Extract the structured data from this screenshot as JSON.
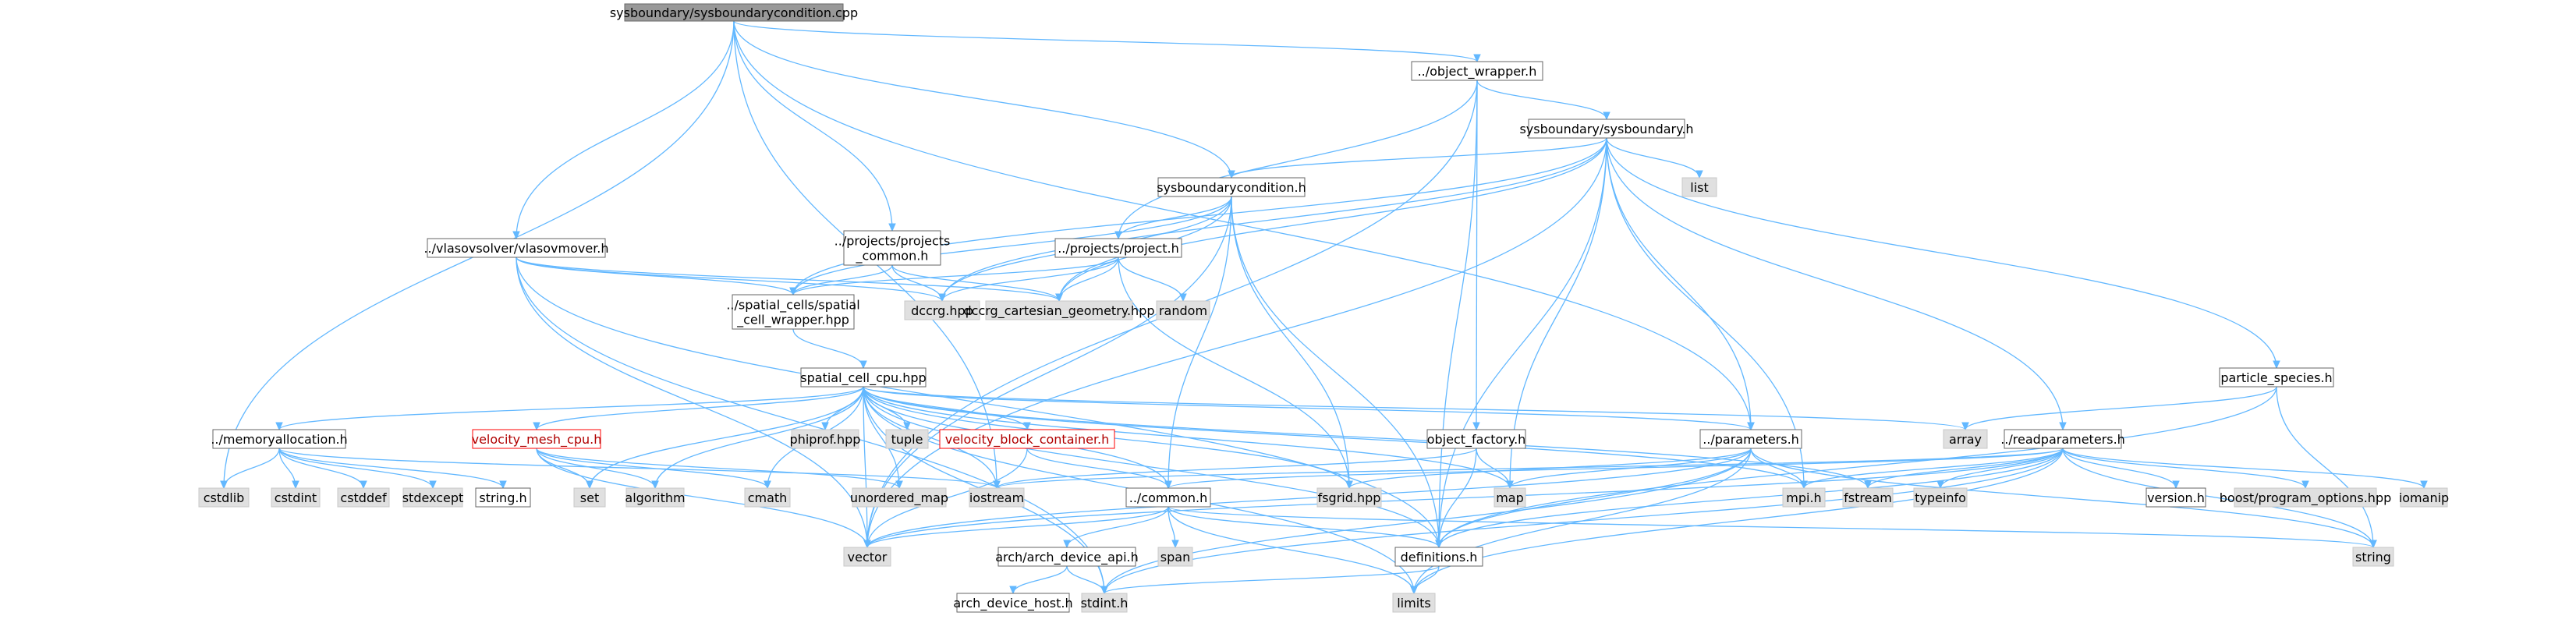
{
  "title": "sysboundary/sysboundarycondition.cpp",
  "colors": {
    "edge": "#63b8ff",
    "node_fill": "#ffffff",
    "system_fill": "#e0e0e0",
    "root_fill": "#999999",
    "node_border": "#666666",
    "truncated_border": "#ff0000"
  },
  "nodes": [
    {
      "id": "root",
      "lines": [
        "sysboundary/sysboundarycondition.cpp"
      ],
      "kind": "root"
    },
    {
      "id": "objwrap",
      "lines": [
        "../object_wrapper.h"
      ],
      "kind": "file"
    },
    {
      "id": "sysbh",
      "lines": [
        "sysboundary/sysboundary.h"
      ],
      "kind": "file"
    },
    {
      "id": "sbcond",
      "lines": [
        "sysboundarycondition.h"
      ],
      "kind": "file"
    },
    {
      "id": "list",
      "lines": [
        "list"
      ],
      "kind": "sys"
    },
    {
      "id": "vlasov",
      "lines": [
        "../vlasovsolver/vlasovmover.h"
      ],
      "kind": "file"
    },
    {
      "id": "projcommon",
      "lines": [
        "../projects/projects",
        "_common.h"
      ],
      "kind": "file"
    },
    {
      "id": "projh",
      "lines": [
        "../projects/project.h"
      ],
      "kind": "file"
    },
    {
      "id": "dccrg",
      "lines": [
        "dccrg.hpp"
      ],
      "kind": "sys"
    },
    {
      "id": "dccrgcart",
      "lines": [
        "dccrg_cartesian_geometry.hpp"
      ],
      "kind": "sys"
    },
    {
      "id": "random",
      "lines": [
        "random"
      ],
      "kind": "sys"
    },
    {
      "id": "scwrap",
      "lines": [
        "../spatial_cells/spatial",
        "_cell_wrapper.hpp"
      ],
      "kind": "file"
    },
    {
      "id": "particle",
      "lines": [
        "particle_species.h"
      ],
      "kind": "file"
    },
    {
      "id": "sccpu",
      "lines": [
        "spatial_cell_cpu.hpp"
      ],
      "kind": "file"
    },
    {
      "id": "memalloc",
      "lines": [
        "../memoryallocation.h"
      ],
      "kind": "file"
    },
    {
      "id": "vmesh",
      "lines": [
        "velocity_mesh_cpu.h"
      ],
      "kind": "trunc"
    },
    {
      "id": "phiprof",
      "lines": [
        "phiprof.hpp"
      ],
      "kind": "sys"
    },
    {
      "id": "tuple",
      "lines": [
        "tuple"
      ],
      "kind": "sys"
    },
    {
      "id": "vbc",
      "lines": [
        "velocity_block_container.h"
      ],
      "kind": "trunc"
    },
    {
      "id": "objfac",
      "lines": [
        "object_factory.h"
      ],
      "kind": "file"
    },
    {
      "id": "params",
      "lines": [
        "../parameters.h"
      ],
      "kind": "file"
    },
    {
      "id": "array",
      "lines": [
        "array"
      ],
      "kind": "sys"
    },
    {
      "id": "readparams",
      "lines": [
        "../readparameters.h"
      ],
      "kind": "file"
    },
    {
      "id": "cstdlib",
      "lines": [
        "cstdlib"
      ],
      "kind": "sys"
    },
    {
      "id": "cstdint",
      "lines": [
        "cstdint"
      ],
      "kind": "sys"
    },
    {
      "id": "cstddef",
      "lines": [
        "cstddef"
      ],
      "kind": "sys"
    },
    {
      "id": "stdexcept",
      "lines": [
        "stdexcept"
      ],
      "kind": "sys"
    },
    {
      "id": "stringh",
      "lines": [
        "string.h"
      ],
      "kind": "file"
    },
    {
      "id": "set",
      "lines": [
        "set"
      ],
      "kind": "sys"
    },
    {
      "id": "algorithm",
      "lines": [
        "algorithm"
      ],
      "kind": "sys"
    },
    {
      "id": "cmath",
      "lines": [
        "cmath"
      ],
      "kind": "sys"
    },
    {
      "id": "umap",
      "lines": [
        "unordered_map"
      ],
      "kind": "sys"
    },
    {
      "id": "iostream",
      "lines": [
        "iostream"
      ],
      "kind": "sys"
    },
    {
      "id": "common",
      "lines": [
        "../common.h"
      ],
      "kind": "file"
    },
    {
      "id": "fsgrid",
      "lines": [
        "fsgrid.hpp"
      ],
      "kind": "sys"
    },
    {
      "id": "map",
      "lines": [
        "map"
      ],
      "kind": "sys"
    },
    {
      "id": "mpih",
      "lines": [
        "mpi.h"
      ],
      "kind": "sys"
    },
    {
      "id": "fstream",
      "lines": [
        "fstream"
      ],
      "kind": "sys"
    },
    {
      "id": "typeinfo",
      "lines": [
        "typeinfo"
      ],
      "kind": "sys"
    },
    {
      "id": "versionh",
      "lines": [
        "version.h"
      ],
      "kind": "file"
    },
    {
      "id": "boostpo",
      "lines": [
        "boost/program_options.hpp"
      ],
      "kind": "sys"
    },
    {
      "id": "iomanip",
      "lines": [
        "iomanip"
      ],
      "kind": "sys"
    },
    {
      "id": "vector",
      "lines": [
        "vector"
      ],
      "kind": "sys"
    },
    {
      "id": "span",
      "lines": [
        "span"
      ],
      "kind": "sys"
    },
    {
      "id": "archapi",
      "lines": [
        "arch/arch_device_api.h"
      ],
      "kind": "file"
    },
    {
      "id": "defs",
      "lines": [
        "definitions.h"
      ],
      "kind": "file"
    },
    {
      "id": "string",
      "lines": [
        "string"
      ],
      "kind": "sys"
    },
    {
      "id": "archhost",
      "lines": [
        "arch_device_host.h"
      ],
      "kind": "file"
    },
    {
      "id": "stdinth",
      "lines": [
        "stdint.h"
      ],
      "kind": "sys"
    },
    {
      "id": "limits",
      "lines": [
        "limits"
      ],
      "kind": "sys"
    }
  ],
  "edges": [
    [
      "root",
      "objwrap"
    ],
    [
      "root",
      "sbcond"
    ],
    [
      "root",
      "vlasov"
    ],
    [
      "root",
      "projcommon"
    ],
    [
      "root",
      "cstdlib"
    ],
    [
      "root",
      "params"
    ],
    [
      "root",
      "iostream"
    ],
    [
      "objwrap",
      "sysbh"
    ],
    [
      "objwrap",
      "objfac"
    ],
    [
      "objwrap",
      "vector"
    ],
    [
      "objwrap",
      "projh"
    ],
    [
      "objwrap",
      "defs"
    ],
    [
      "sysbh",
      "list"
    ],
    [
      "sysbh",
      "sbcond"
    ],
    [
      "sysbh",
      "particle"
    ],
    [
      "sysbh",
      "readparams"
    ],
    [
      "sysbh",
      "params"
    ],
    [
      "sysbh",
      "dccrg"
    ],
    [
      "sysbh",
      "dccrgcart"
    ],
    [
      "sysbh",
      "scwrap"
    ],
    [
      "sysbh",
      "map"
    ],
    [
      "sysbh",
      "vector"
    ],
    [
      "sysbh",
      "mpih"
    ],
    [
      "sysbh",
      "defs"
    ],
    [
      "sbcond",
      "projh"
    ],
    [
      "sbcond",
      "dccrg"
    ],
    [
      "sbcond",
      "dccrgcart"
    ],
    [
      "sbcond",
      "scwrap"
    ],
    [
      "sbcond",
      "fsgrid"
    ],
    [
      "sbcond",
      "common"
    ],
    [
      "sbcond",
      "defs"
    ],
    [
      "sbcond",
      "vector"
    ],
    [
      "vlasov",
      "scwrap"
    ],
    [
      "vlasov",
      "dccrg"
    ],
    [
      "vlasov",
      "dccrgcart"
    ],
    [
      "vlasov",
      "vector"
    ],
    [
      "vlasov",
      "defs"
    ],
    [
      "vlasov",
      "stdinth"
    ],
    [
      "projcommon",
      "scwrap"
    ],
    [
      "projcommon",
      "dccrg"
    ],
    [
      "projcommon",
      "dccrgcart"
    ],
    [
      "projh",
      "dccrg"
    ],
    [
      "projh",
      "dccrgcart"
    ],
    [
      "projh",
      "random"
    ],
    [
      "projh",
      "scwrap"
    ],
    [
      "projh",
      "fsgrid"
    ],
    [
      "scwrap",
      "sccpu"
    ],
    [
      "sccpu",
      "memalloc"
    ],
    [
      "sccpu",
      "vmesh"
    ],
    [
      "sccpu",
      "phiprof"
    ],
    [
      "sccpu",
      "tuple"
    ],
    [
      "sccpu",
      "vbc"
    ],
    [
      "sccpu",
      "params"
    ],
    [
      "sccpu",
      "array"
    ],
    [
      "sccpu",
      "set"
    ],
    [
      "sccpu",
      "algorithm"
    ],
    [
      "sccpu",
      "cmath"
    ],
    [
      "sccpu",
      "umap"
    ],
    [
      "sccpu",
      "iostream"
    ],
    [
      "sccpu",
      "common"
    ],
    [
      "sccpu",
      "fsgrid"
    ],
    [
      "sccpu",
      "map"
    ],
    [
      "sccpu",
      "mpih"
    ],
    [
      "sccpu",
      "fstream"
    ],
    [
      "sccpu",
      "vector"
    ],
    [
      "sccpu",
      "defs"
    ],
    [
      "sccpu",
      "limits"
    ],
    [
      "sccpu",
      "stdinth"
    ],
    [
      "memalloc",
      "cstdlib"
    ],
    [
      "memalloc",
      "cstdint"
    ],
    [
      "memalloc",
      "cstddef"
    ],
    [
      "memalloc",
      "stdexcept"
    ],
    [
      "memalloc",
      "stringh"
    ],
    [
      "memalloc",
      "iostream"
    ],
    [
      "vmesh",
      "set"
    ],
    [
      "vmesh",
      "algorithm"
    ],
    [
      "vmesh",
      "cmath"
    ],
    [
      "vmesh",
      "umap"
    ],
    [
      "vmesh",
      "vector"
    ],
    [
      "vbc",
      "common"
    ],
    [
      "vbc",
      "vector"
    ],
    [
      "particle",
      "array"
    ],
    [
      "particle",
      "string"
    ],
    [
      "particle",
      "defs"
    ],
    [
      "objfac",
      "map"
    ],
    [
      "objfac",
      "iostream"
    ],
    [
      "objfac",
      "defs"
    ],
    [
      "params",
      "vector"
    ],
    [
      "params",
      "string"
    ],
    [
      "params",
      "map"
    ],
    [
      "params",
      "mpih"
    ],
    [
      "params",
      "fsgrid"
    ],
    [
      "params",
      "defs"
    ],
    [
      "params",
      "limits"
    ],
    [
      "params",
      "stdinth"
    ],
    [
      "readparams",
      "mpih"
    ],
    [
      "readparams",
      "fstream"
    ],
    [
      "readparams",
      "typeinfo"
    ],
    [
      "readparams",
      "versionh"
    ],
    [
      "readparams",
      "boostpo"
    ],
    [
      "readparams",
      "iomanip"
    ],
    [
      "readparams",
      "string"
    ],
    [
      "readparams",
      "vector"
    ],
    [
      "readparams",
      "iostream"
    ],
    [
      "readparams",
      "limits"
    ],
    [
      "readparams",
      "defs"
    ],
    [
      "readparams",
      "stdinth"
    ],
    [
      "readparams",
      "common"
    ],
    [
      "common",
      "vector"
    ],
    [
      "common",
      "span"
    ],
    [
      "common",
      "archapi"
    ],
    [
      "common",
      "defs"
    ],
    [
      "common",
      "string"
    ],
    [
      "common",
      "limits"
    ],
    [
      "archapi",
      "archhost"
    ],
    [
      "archapi",
      "stdinth"
    ],
    [
      "defs",
      "stdinth"
    ],
    [
      "defs",
      "limits"
    ]
  ]
}
